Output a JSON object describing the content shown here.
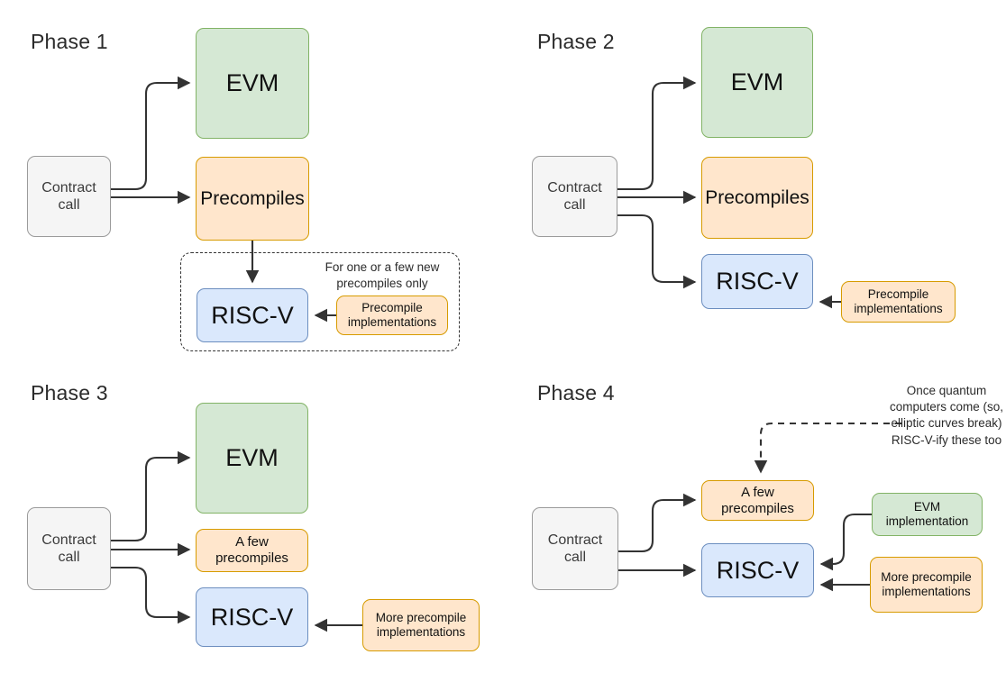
{
  "diagram": {
    "title_hidden": "",
    "colors": {
      "green_fill": "#d5e8d4",
      "green_stroke": "#82b366",
      "orange_fill": "#ffe6cc",
      "orange_stroke": "#d79b00",
      "blue_fill": "#dae8fc",
      "blue_stroke": "#6c8ebf",
      "gray_fill": "#f5f5f5",
      "gray_stroke": "#9b9b9b",
      "arrow": "#333333"
    }
  },
  "phase1": {
    "label": "Phase 1",
    "contract_call": "Contract\ncall",
    "evm": "EVM",
    "precompiles": "Precompiles",
    "riscv": "RISC-V",
    "note": "For one or a few new\nprecompiles only",
    "precompile_implementations": "Precompile\nimplementations"
  },
  "phase2": {
    "label": "Phase 2",
    "contract_call": "Contract\ncall",
    "evm": "EVM",
    "precompiles": "Precompiles",
    "riscv": "RISC-V",
    "precompile_implementations": "Precompile\nimplementations"
  },
  "phase3": {
    "label": "Phase 3",
    "contract_call": "Contract\ncall",
    "evm": "EVM",
    "a_few_precompiles": "A few\nprecompiles",
    "riscv": "RISC-V",
    "more_precompile_implementations": "More precompile\nimplementations"
  },
  "phase4": {
    "label": "Phase 4",
    "contract_call": "Contract\ncall",
    "a_few_precompiles": "A few\nprecompiles",
    "riscv": "RISC-V",
    "evm_implementation": "EVM\nimplementation",
    "more_precompile_implementations": "More precompile\nimplementations",
    "note": "Once quantum\ncomputers come (so,\nelliptic curves break)\nRISC-V-ify these too"
  }
}
